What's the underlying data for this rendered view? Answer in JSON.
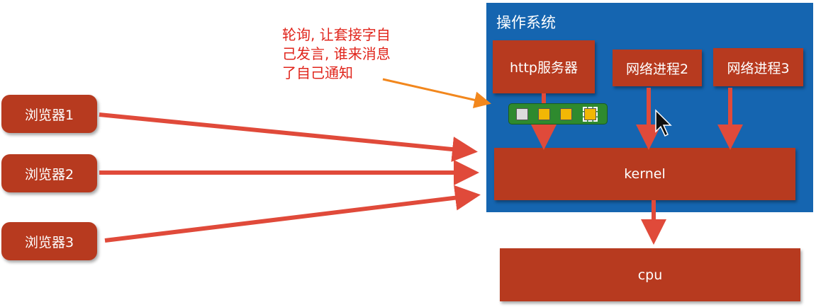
{
  "os": {
    "title": "操作系统"
  },
  "note": {
    "lines": [
      "轮询, 让套接字自",
      "己发言, 谁来消息",
      "了自己通知"
    ]
  },
  "browsers": [
    "浏览器1",
    "浏览器2",
    "浏览器3"
  ],
  "processes": {
    "http_server": "http服务器",
    "net_process_2": "网络进程2",
    "net_process_3": "网络进程3"
  },
  "kernel": {
    "label": "kernel"
  },
  "cpu": {
    "label": "cpu"
  },
  "sockets": [
    "empty",
    "full",
    "full",
    "active"
  ],
  "colors": {
    "box": "#b73a1f",
    "os_panel": "#1565b0",
    "arrow": "#e04a3a",
    "note": "#e0241b",
    "pointer_arrow": "#f2871d",
    "socket_strip": "#2e8a2e"
  }
}
